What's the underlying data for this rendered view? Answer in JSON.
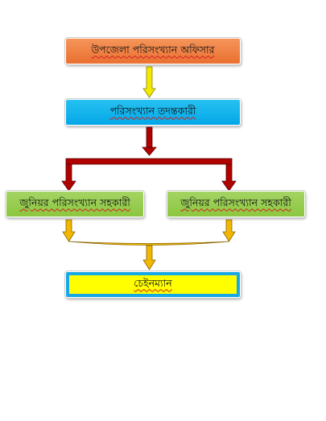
{
  "nodes": {
    "officer": "উপজেলা পরিসংখ্যান অফিসার",
    "inspector": "পরিসংখ্যান তদন্তকারী",
    "junior_left": "জুনিয়র পরিসংখ্যান সহকারী",
    "junior_right": "জুনিয়র পরিসংখ্যান সহকারী",
    "chainman": "চেইনম্যান"
  },
  "colors": {
    "officer": "#ec7b3c",
    "inspector": "#0cb0ec",
    "junior": "#92c94a",
    "chainman_border": "#18a8e6",
    "chainman_fill": "#ffff00",
    "arrow_yellow": "#f2e800",
    "arrow_darkred": "#b00000",
    "arrow_orange": "#f2b700"
  }
}
